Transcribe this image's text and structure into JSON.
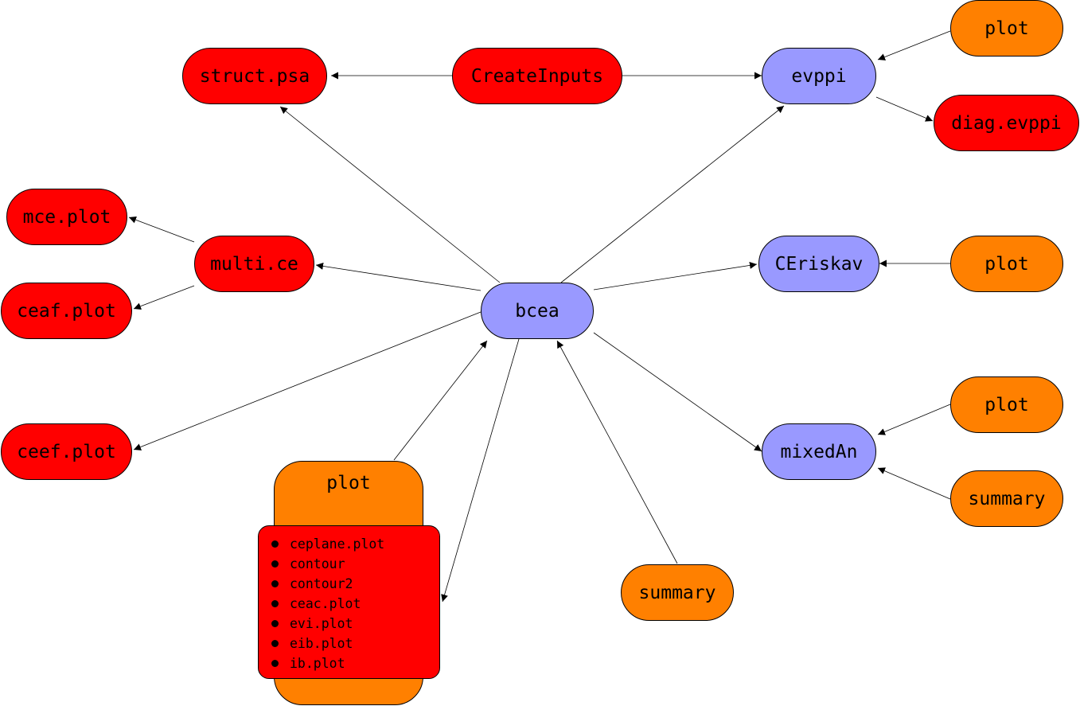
{
  "colors": {
    "red": "#ff0000",
    "blue": "#9999ff",
    "orange": "#ff8000"
  },
  "nodes": {
    "bcea": "bcea",
    "struct_psa": "struct.psa",
    "create_inputs": "CreateInputs",
    "evppi": "evppi",
    "evppi_plot": "plot",
    "diag_evppi": "diag.evppi",
    "mce_plot": "mce.plot",
    "multi_ce": "multi.ce",
    "ceaf_plot": "ceaf.plot",
    "ceriskav": "CEriskav",
    "ceriskav_plot": "plot",
    "ceef_plot": "ceef.plot",
    "mixedan": "mixedAn",
    "mixedan_plot": "plot",
    "mixedan_summary": "summary",
    "bcea_summary": "summary",
    "bcea_plot": "plot"
  },
  "plot_functions": [
    "ceplane.plot",
    "contour",
    "contour2",
    "ceac.plot",
    "evi.plot",
    "eib.plot",
    "ib.plot"
  ]
}
